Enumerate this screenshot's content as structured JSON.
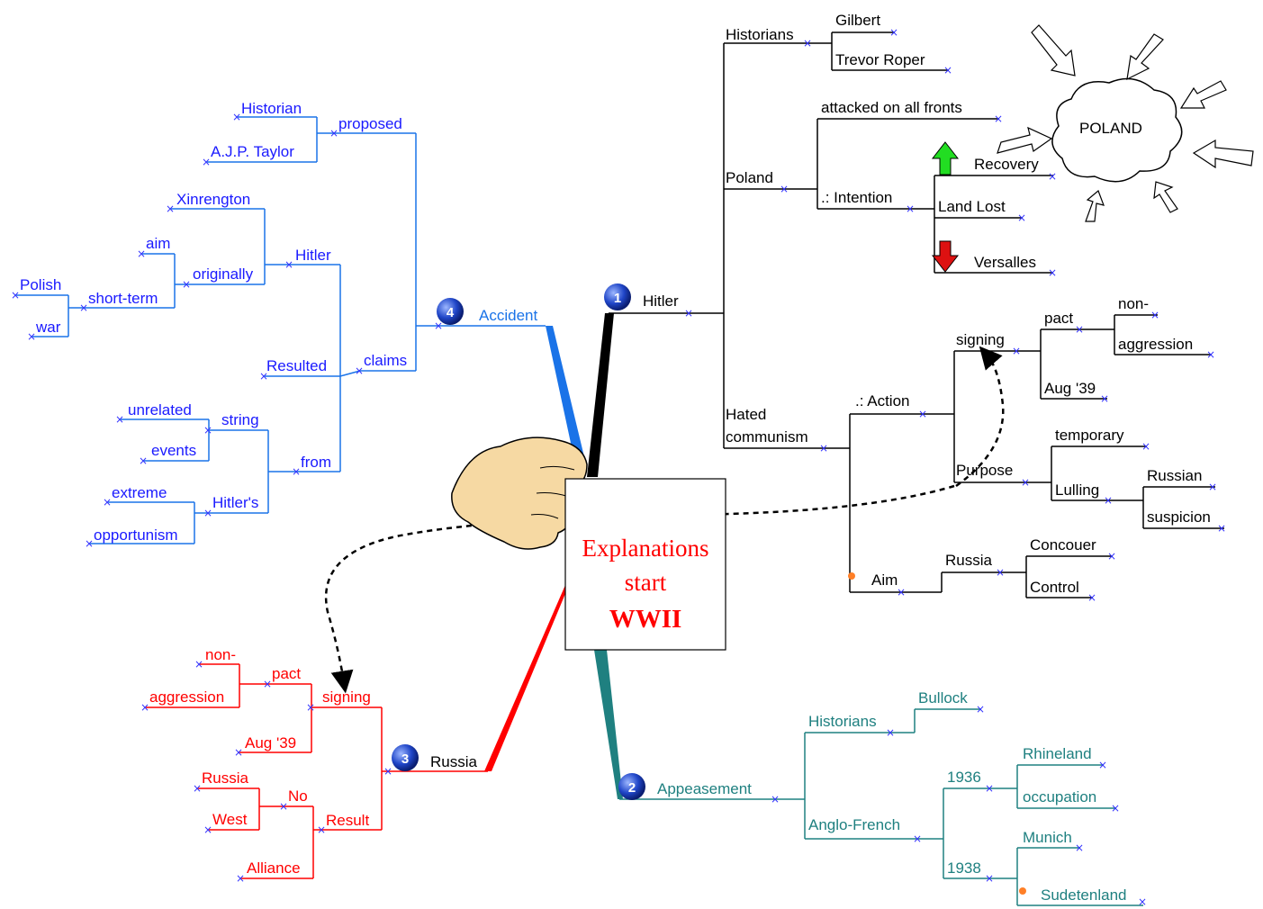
{
  "center": {
    "line1": "Explanations",
    "line2": "start",
    "line3": "WWII"
  },
  "colors": {
    "hitler": "#000000",
    "accident": "#1a73e8",
    "russia": "#ff0000",
    "appeasement": "#1f8080",
    "marker": "#3333ff"
  },
  "branches": {
    "hitler": {
      "number": "1",
      "label": "Hitler",
      "historians": "Historians",
      "gilbert": "Gilbert",
      "trevor_roper": "Trevor Roper",
      "poland": "Poland",
      "attacked": "attacked on all fronts",
      "intention": ".: Intention",
      "recovery": "Recovery",
      "land_lost": "Land Lost",
      "versailles": "Versalles",
      "hated": "Hated",
      "communism": "communism",
      "action": ".: Action",
      "signing": "signing",
      "pact": "pact",
      "non": "non-",
      "aggression": "aggression",
      "aug39": "Aug '39",
      "purpose": "Purpose",
      "temporary": "temporary",
      "lulling": "Lulling",
      "russian": "Russian",
      "suspicion": "suspicion",
      "aim": "Aim",
      "russia": "Russia",
      "concouer": "Concouer",
      "control": "Control"
    },
    "appeasement": {
      "number": "2",
      "label": "Appeasement",
      "historians": "Historians",
      "bullock": "Bullock",
      "anglo_french": "Anglo-French",
      "y1936": "1936",
      "rhineland": "Rhineland",
      "occupation": "occupation",
      "y1938": "1938",
      "munich": "Munich",
      "sudetenland": "Sudetenland"
    },
    "russia": {
      "number": "3",
      "label": "Russia",
      "signing": "signing",
      "pact": "pact",
      "non": "non-",
      "aggression": "aggression",
      "aug39": "Aug '39",
      "result": "Result",
      "no": "No",
      "russia": "Russia",
      "west": "West",
      "alliance": "Alliance"
    },
    "accident": {
      "number": "4",
      "label": "Accident",
      "proposed": "proposed",
      "historian": "Historian",
      "ajp_taylor": "A.J.P. Taylor",
      "claims": "claims",
      "hitler": "Hitler",
      "xinrengton": "Xinrengton",
      "originally": "originally",
      "aim": "aim",
      "short_term": "short-term",
      "polish": "Polish",
      "war": "war",
      "resulted": "Resulted",
      "from": "from",
      "string": "string",
      "unrelated": "unrelated",
      "events": "events",
      "hitlers": "Hitler's",
      "extreme": "extreme",
      "opportunism": "opportunism"
    }
  },
  "poland_cloud": {
    "label": "POLAND"
  }
}
